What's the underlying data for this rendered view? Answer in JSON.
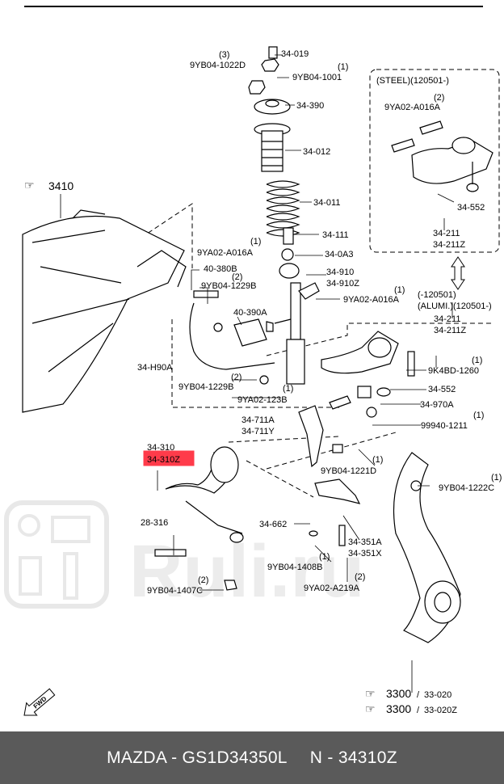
{
  "footer": {
    "brand_part": "MAZDA - GS1D34350L",
    "alt_part": "N - 34310Z"
  },
  "watermark": {
    "text": "Ruli.ru"
  },
  "highlight_color": "#ff3b4a",
  "labels": {
    "ref_3410": "3410",
    "l_34_019": "34-019",
    "l_qty3": "(3)",
    "l_9yb04_1022d": "9YB04-1022D",
    "l_qty1_a": "(1)",
    "l_9yb04_1001": "9YB04-1001",
    "l_34_390": "34-390",
    "l_34_012": "34-012",
    "l_34_011": "34-011",
    "l_34_111": "34-111",
    "l_qty1_b": "(1)",
    "l_9ya02_a016a_a": "9YA02-A016A",
    "l_34_0a3": "34-0A3",
    "l_40_380b": "40-380B",
    "l_qty2_a": "(2)",
    "l_9yb04_1229b_a": "9YB04-1229B",
    "l_34_910": "34-910",
    "l_34_910z": "34-910Z",
    "l_qty1_c": "(1)",
    "l_9ya02_a016a_b": "9YA02-A016A",
    "l_40_390a": "40-390A",
    "l_34_h90a": "34-H90A",
    "l_qty2_b": "(2)",
    "l_9yb04_1229b_b": "9YB04-1229B",
    "l_qty1_d": "(1)",
    "l_9ya02_123b": "9YA02-123B",
    "l_steel": "(STEEL)(120501-)",
    "l_qty2_c": "(2)",
    "l_9ya02_a016a_c": "9YA02-A016A",
    "l_34_552_a": "34-552",
    "l_34_211_a": "34-211",
    "l_34_211z_a": "34-211Z",
    "l_120501": "(-120501)",
    "l_alumi": "(ALUMI.)(120501-)",
    "l_34_211_b": "34-211",
    "l_34_211z_b": "34-211Z",
    "l_qty1_e": "(1)",
    "l_9k4bd_1260": "9K4BD-1260",
    "l_34_552_b": "34-552",
    "l_34_970a": "34-970A",
    "l_qty1_f": "(1)",
    "l_99940_1211": "99940-1211",
    "l_34_711a": "34-711A",
    "l_34_711y": "34-711Y",
    "l_34_310": "34-310",
    "l_34_310z": "34-310Z",
    "l_qty1_g": "(1)",
    "l_9yb04_1221d": "9YB04-1221D",
    "l_qty1_h": "(1)",
    "l_9yb04_1222c": "9YB04-1222C",
    "l_28_316": "28-316",
    "l_34_662": "34-662",
    "l_34_351a": "34-351A",
    "l_34_351x": "34-351X",
    "l_qty1_i": "(1)",
    "l_9yb04_1408b": "9YB04-1408B",
    "l_qty2_d": "(2)",
    "l_9ya02_a219a": "9YA02-A219A",
    "l_qty2_e": "(2)",
    "l_9yb04_1407c": "9YB04-1407C",
    "l_3300_a": "3300",
    "l_33_020": "33-020",
    "l_3300_b": "3300",
    "l_33_020z": "33-020Z",
    "l_fwd": "FWD"
  }
}
